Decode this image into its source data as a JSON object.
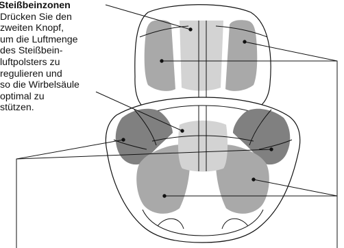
{
  "caption": {
    "title": "Steißbeinzonen",
    "lines": [
      "Drücken Sie den",
      "zweiten Knopf,",
      "um die Luftmenge",
      "des Steißbein-",
      "luftpolsters zu",
      "regulieren und",
      "so die Wirbelsäule",
      "optimal zu",
      "stützen."
    ]
  },
  "colors": {
    "light_zone": "#d3d3d3",
    "mid_zone": "#a9a9a9",
    "dark_zone": "#808080",
    "outline": "#111111"
  }
}
